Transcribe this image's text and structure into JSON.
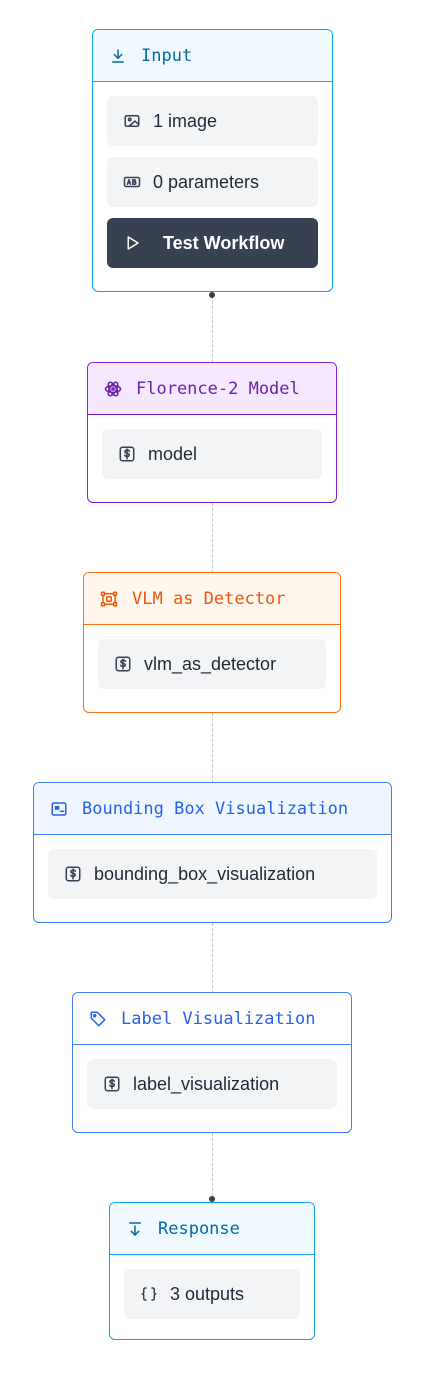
{
  "nodes": {
    "input": {
      "title": "Input",
      "icon": "download-icon",
      "rows": [
        "1 image",
        "0 parameters"
      ],
      "action_label": "Test Workflow"
    },
    "florence": {
      "title": "Florence-2 Model",
      "icon": "atom-icon",
      "row": "model"
    },
    "vlm": {
      "title": "VLM as Detector",
      "icon": "bounding-boxes-icon",
      "row": "vlm_as_detector"
    },
    "bbox": {
      "title": "Bounding Box Visualization",
      "icon": "image-frame-icon",
      "row": "bounding_box_visualization"
    },
    "label": {
      "title": "Label Visualization",
      "icon": "tag-icon",
      "row": "label_visualization"
    },
    "response": {
      "title": "Response",
      "icon": "arrow-down-icon",
      "row": "3 outputs"
    }
  },
  "colors": {
    "input": "#0ea5e9",
    "florence": "#7e22ce",
    "vlm": "#f97316",
    "visualization": "#3b82f6",
    "connector": "#c4c7cc",
    "button": "#374151"
  }
}
